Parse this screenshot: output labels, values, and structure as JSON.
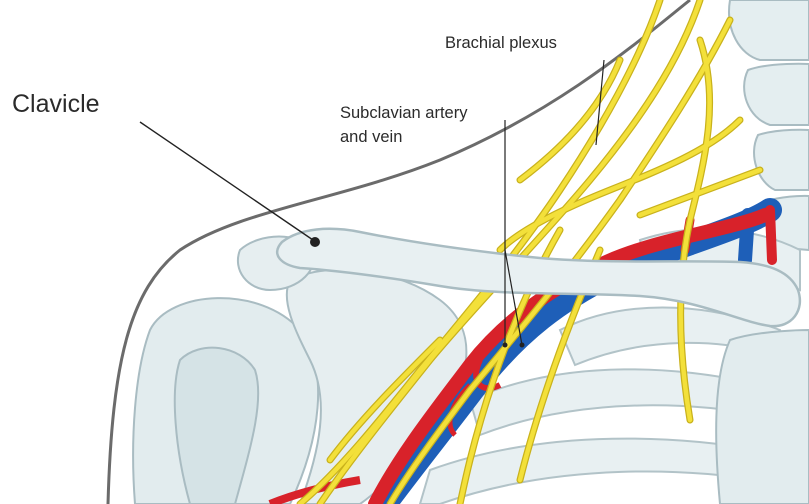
{
  "labels": {
    "clavicle": "Clavicle",
    "brachial_plexus": "Brachial plexus",
    "subclavian_line1": "Subclavian artery",
    "subclavian_line2": "and vein"
  },
  "colors": {
    "nerve": "#f3e03a",
    "nerve_outline": "#c9b21c",
    "artery": "#d8222a",
    "vein": "#1e5fb8",
    "bone_fill": "#e4eef0",
    "bone_outline": "#a9bcc2",
    "skin_outline": "#6b6b6b",
    "leader_line": "#222222"
  }
}
